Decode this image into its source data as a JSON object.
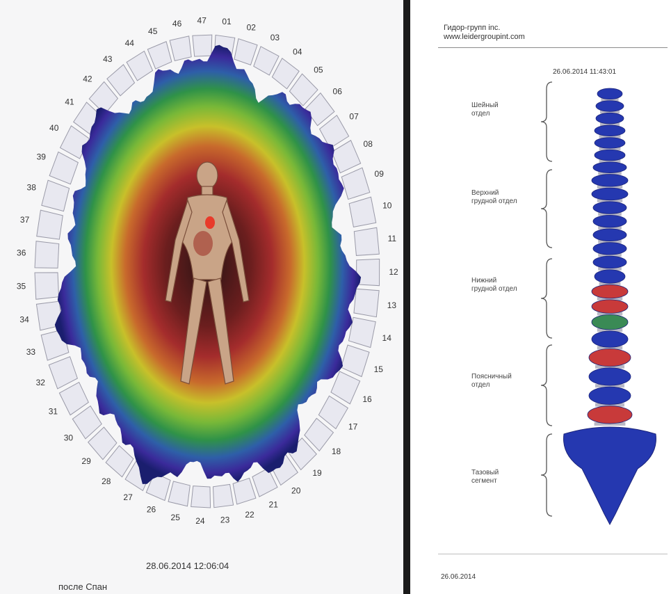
{
  "aura_page": {
    "sector_labels": [
      "01",
      "02",
      "03",
      "04",
      "05",
      "06",
      "07",
      "08",
      "09",
      "10",
      "11",
      "12",
      "13",
      "14",
      "15",
      "16",
      "17",
      "18",
      "19",
      "20",
      "21",
      "22",
      "23",
      "24",
      "25",
      "26",
      "27",
      "28",
      "29",
      "30",
      "31",
      "32",
      "33",
      "34",
      "35",
      "36",
      "37",
      "38",
      "39",
      "40",
      "41",
      "42",
      "43",
      "44",
      "45",
      "46",
      "47"
    ],
    "datetime": "28.06.2014  12:06:04",
    "caption": "после Спан"
  },
  "spine_page": {
    "header_line1": "Гидор-групп inc.",
    "header_line2": "www.leidergroupint.com",
    "scan_datetime": "26.06.2014  11:43:01",
    "sections": [
      {
        "label": "Шейный\nотдел"
      },
      {
        "label": "Верхний\nгрудной отдел"
      },
      {
        "label": "Нижний\nгрудной отдел"
      },
      {
        "label": "Поясничный\nотдел"
      },
      {
        "label": "Тазовый\nсегмент"
      }
    ],
    "footer_date": "26.06.2014"
  },
  "colors": {
    "spine_normal": "#2538b0",
    "spine_red": "#c83a3a",
    "spine_green": "#3a8a55",
    "aura_outer": "#1c2a80"
  }
}
